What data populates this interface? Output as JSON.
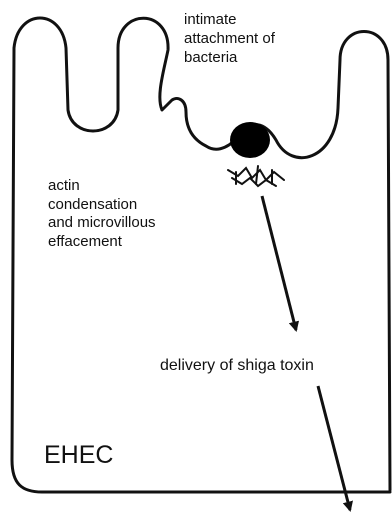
{
  "diagram": {
    "labels": {
      "attachment": [
        "intimate",
        "attachment of",
        "bacteria"
      ],
      "actin": [
        "actin",
        "condensation",
        "and microvillous",
        "effacement"
      ],
      "delivery": "delivery of shiga toxin",
      "organism": "EHEC"
    },
    "colors": {
      "stroke": "#111111",
      "background": "#ffffff",
      "bacterium": "#000000"
    }
  }
}
